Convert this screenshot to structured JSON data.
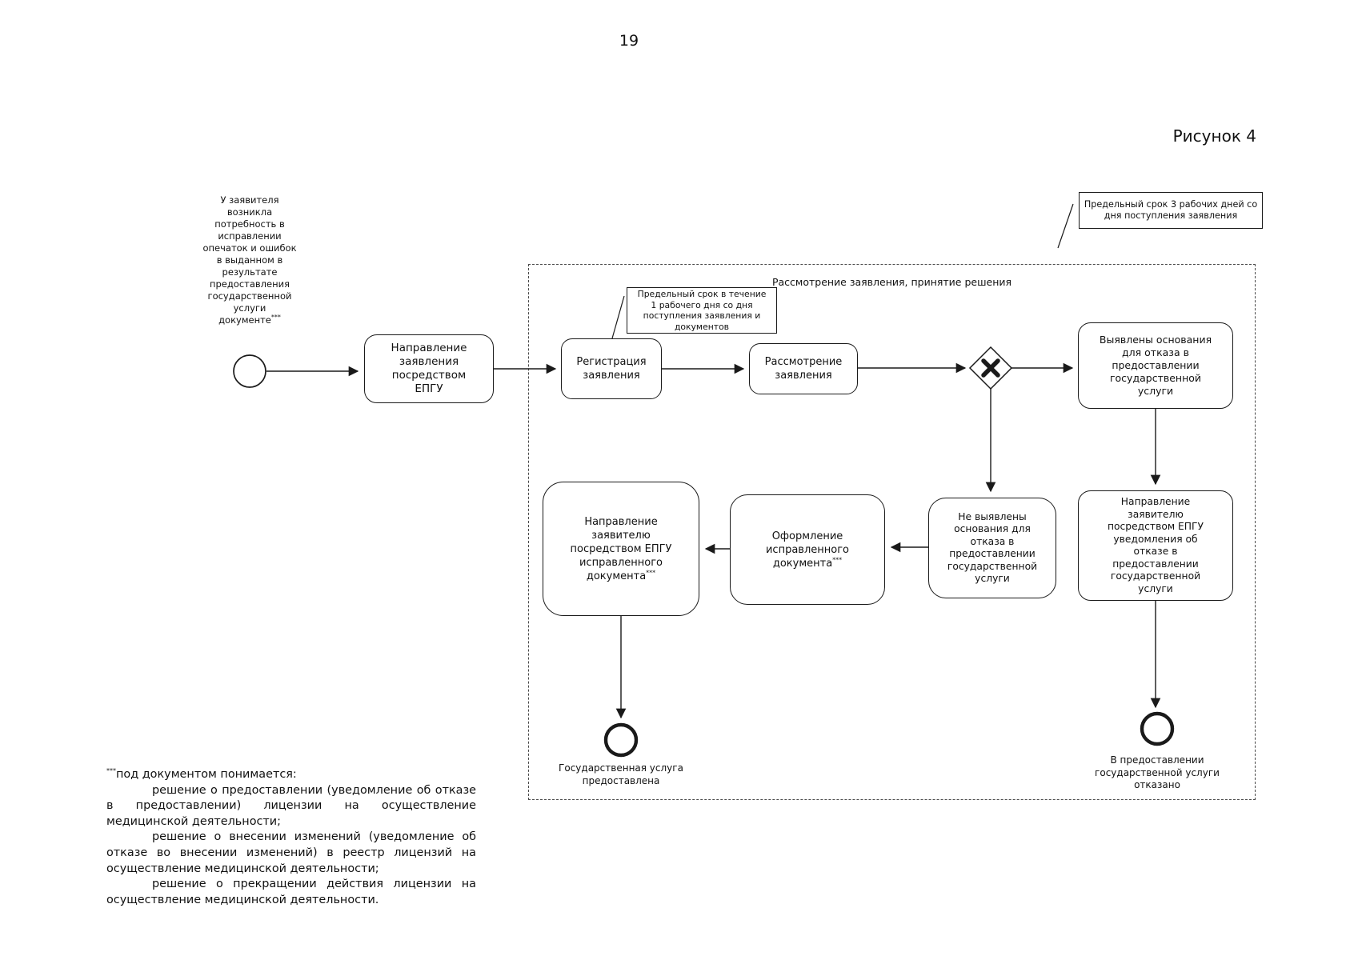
{
  "page": {
    "number": "19",
    "figure_label": "Рисунок 4"
  },
  "start_event": {
    "annotation": "У заявителя возникла потребность в исправлении опечаток и ошибок в выданном в результате предоставления государственной услуги документе",
    "annotation_sup": "***"
  },
  "container": {
    "title": "Рассмотрение заявления, принятие решения"
  },
  "annotations": {
    "deadline_3_days": "Предельный срок 3 рабочих дней со дня поступления заявления",
    "deadline_1_day": "Предельный срок в течение 1 рабочего дня со дня поступления заявления и документов"
  },
  "tasks": {
    "send_application": "Направление заявления посредством ЕПГУ",
    "register": "Регистрация заявления",
    "review": "Рассмотрение заявления",
    "grounds_found": "Выявлены основания для отказа в предоставлении государственной услуги",
    "no_grounds": "Не выявлены основания для отказа в предоставлении государственной услуги",
    "prepare_document": "Оформление исправленного документа",
    "prepare_document_sup": "***",
    "send_corrected": "Направление заявителю посредством ЕПГУ исправленного документа",
    "send_corrected_sup": "***",
    "send_refusal": "Направление заявителю посредством ЕПГУ уведомления об отказе в предоставлении государственной услуги"
  },
  "end_events": {
    "provided": "Государственная услуга предоставлена",
    "refused": "В предоставлении государственной услуги отказано"
  },
  "footnote": {
    "marker": "***",
    "intro": "под документом понимается:",
    "items": [
      "решение о предоставлении (уведомление об отказе в предоставлении) лицензии на осуществление медицинской деятельности;",
      "решение о внесении изменений (уведомление об отказе во внесении изменений) в реестр лицензий на осуществление медицинской деятельности;",
      "решение о прекращении действия лицензии на осуществление медицинской деятельности."
    ]
  },
  "colors": {
    "line": "#1a1a1a",
    "background": "#ffffff"
  }
}
